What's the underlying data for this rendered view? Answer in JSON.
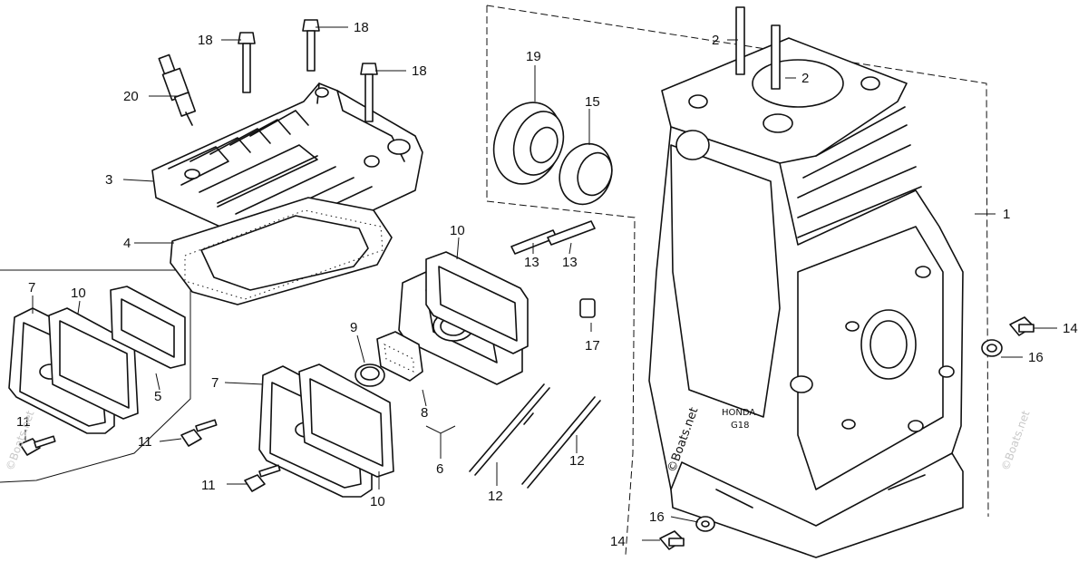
{
  "diagram": {
    "callouts": {
      "c1": "1",
      "c2a": "2",
      "c2b": "2",
      "c3": "3",
      "c4": "4",
      "c5": "5",
      "c6": "6",
      "c7a": "7",
      "c7b": "7",
      "c8": "8",
      "c9": "9",
      "c10a": "10",
      "c10b": "10",
      "c10c": "10",
      "c11a": "11",
      "c11b": "11",
      "c11c": "11",
      "c12a": "12",
      "c12b": "12",
      "c13a": "13",
      "c13b": "13",
      "c14a": "14",
      "c14b": "14",
      "c15": "15",
      "c16a": "16",
      "c16b": "16",
      "c17": "17",
      "c18a": "18",
      "c18b": "18",
      "c18c": "18",
      "c19": "19",
      "c20": "20"
    },
    "watermark": "©Boats.net",
    "casting_marks": [
      "HONDA",
      "G18"
    ]
  }
}
